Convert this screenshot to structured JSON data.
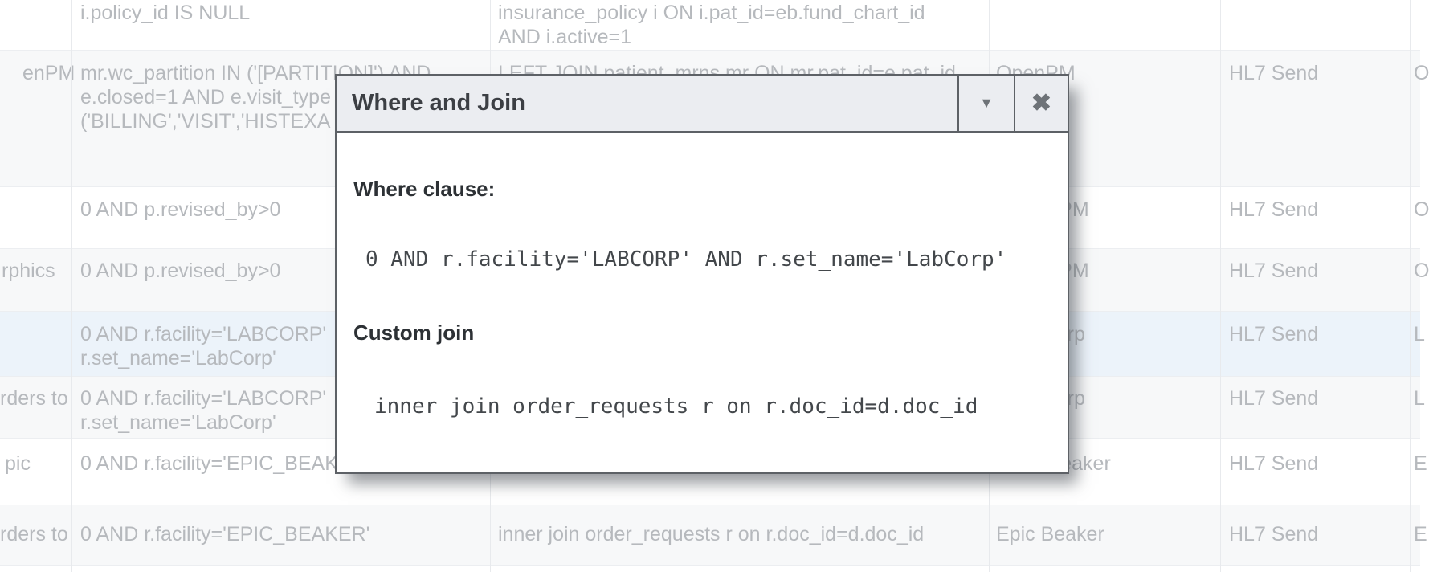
{
  "modal": {
    "title": "Where and Join",
    "controls": {
      "collapse": "▼",
      "close": "✖"
    },
    "where_label": "Where clause:",
    "where_value": "0 AND r.facility='LABCORP' AND r.set_name='LabCorp'",
    "join_label": "Custom join",
    "join_value": "inner join order_requests r on r.doc_id=d.doc_id"
  },
  "table": {
    "rows": [
      {
        "name": "",
        "where": "i.policy_id IS NULL",
        "join": "insurance_policy i ON i.pat_id=eb.fund_chart_id\nAND i.active=1",
        "source": "",
        "action": "",
        "extra": ""
      },
      {
        "name": "enPM",
        "where": "mr.wc_partition IN ('[PARTITION]') AND\ne.closed=1 AND e.visit_type\n('BILLING','VISIT','HISTEXA",
        "join": "LEFT JOIN patient_mrns mr ON mr.pat_id=e.pat_id",
        "source": "OpenPM",
        "action": "HL7 Send",
        "extra": "O"
      },
      {
        "name": "",
        "where": "0 AND p.revised_by>0",
        "join": "",
        "source": "OpenPM",
        "action": "HL7 Send",
        "extra": "O"
      },
      {
        "name": "rphics",
        "where": "0 AND p.revised_by>0",
        "join": "",
        "source": "OpenPM",
        "action": "HL7 Send",
        "extra": "O"
      },
      {
        "name": "",
        "where": "0 AND r.facility='LABCORP'\nr.set_name='LabCorp'",
        "join": "",
        "source": "LabCorp",
        "action": "HL7 Send",
        "extra": "L"
      },
      {
        "name": "rders to",
        "where": "0 AND r.facility='LABCORP'\nr.set_name='LabCorp'",
        "join": "",
        "source": "LabCorp",
        "action": "HL7 Send",
        "extra": "L"
      },
      {
        "name": "pic",
        "where": "0 AND r.facility='EPIC_BEAKER'",
        "join": "",
        "source": "Epic Beaker",
        "action": "HL7 Send",
        "extra": "E"
      },
      {
        "name": "rders to",
        "where": "0 AND r.facility='EPIC_BEAKER'",
        "join": "inner join order_requests r on r.doc_id=d.doc_id",
        "source": "Epic Beaker",
        "action": "HL7 Send",
        "extra": "E"
      }
    ]
  },
  "colors": {
    "selected_row": "#ecf3fa",
    "row_stripe": "#f7f8f9",
    "table_text": "#b6b9bd",
    "modal_titlebar": "#ebedf1",
    "modal_border": "#5d6166"
  }
}
